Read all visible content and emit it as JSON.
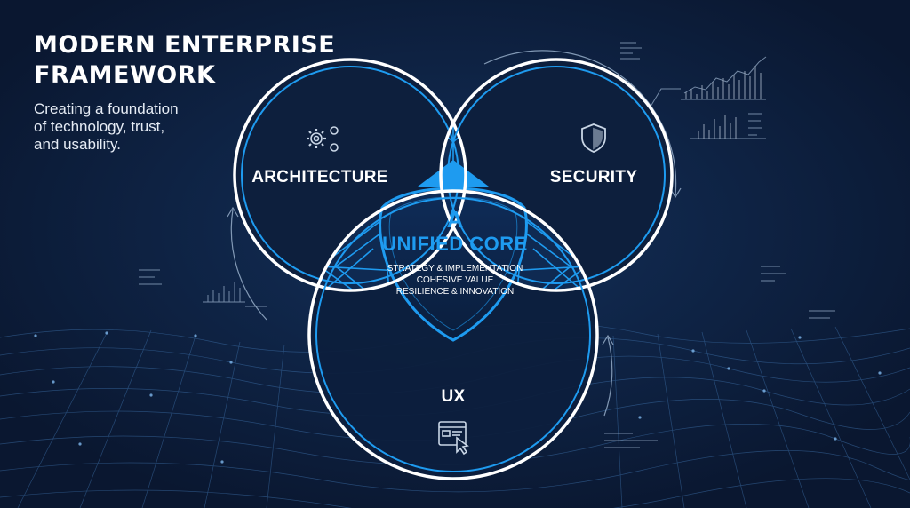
{
  "header": {
    "title_lines": [
      "MODERN ENTERPRISE",
      "FRAMEWORK"
    ],
    "subtitle_lines": [
      "Creating a foundation",
      "of technology, trust,",
      "and usability."
    ]
  },
  "diagram": {
    "circles": [
      {
        "label": "ARCHITECTURE",
        "icon": "gears-icon"
      },
      {
        "label": "SECURITY",
        "icon": "shield-icon"
      },
      {
        "label": "UX",
        "icon": "browser-cursor-icon"
      }
    ],
    "core": {
      "title_line1": "A",
      "title_line2": "UNIFIED CORE",
      "items": [
        "STRATEGY & IMPLEMENTATION",
        "COHESIVE VALUE",
        "RESILIENCE & INNOVATION"
      ]
    }
  },
  "colors": {
    "background": "#0c1a33",
    "accent": "#1e9bf0",
    "ring": "#ffffff",
    "text": "#ffffff"
  }
}
